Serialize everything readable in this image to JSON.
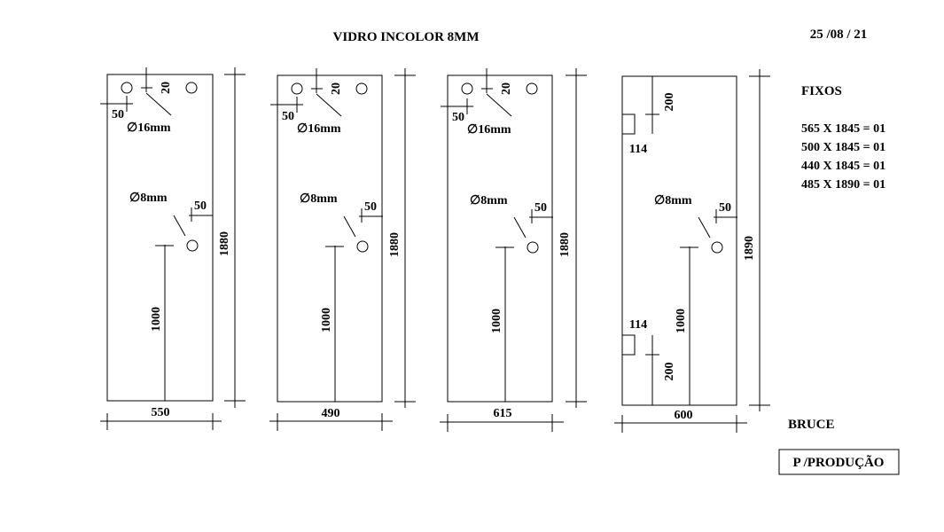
{
  "header": {
    "title": "VIDRO INCOLOR 8MM",
    "date": "25 /08 / 21"
  },
  "panels": [
    {
      "width_label": "550",
      "height_label": "1880",
      "hole_large_label": "∅16mm",
      "hole_small_label": "∅8mm",
      "edge_offset_label": "50",
      "top_offset_label": "20",
      "handle_offset_label": "50",
      "height_to_hole_label": "1000"
    },
    {
      "width_label": "490",
      "height_label": "1880",
      "hole_large_label": "∅16mm",
      "hole_small_label": "∅8mm",
      "edge_offset_label": "50",
      "top_offset_label": "20",
      "handle_offset_label": "50",
      "height_to_hole_label": "1000"
    },
    {
      "width_label": "615",
      "height_label": "1880",
      "hole_large_label": "∅16mm",
      "hole_small_label": "∅8mm",
      "edge_offset_label": "50",
      "top_offset_label": "20",
      "handle_offset_label": "50",
      "height_to_hole_label": "1000"
    },
    {
      "width_label": "600",
      "height_label": "1890",
      "hole_small_label": "∅8mm",
      "handle_offset_label": "50",
      "height_to_hole_label": "1000",
      "notch_top_width_label": "114",
      "notch_top_offset_label": "200",
      "notch_bottom_width_label": "114",
      "notch_bottom_offset_label": "200"
    }
  ],
  "fixos": {
    "title": "FIXOS",
    "items": [
      "565 X 1845 = 01",
      "500 X 1845 = 01",
      "440 X 1845 = 01",
      "485 X 1890 = 01"
    ]
  },
  "client": "BRUCE",
  "stamp": "P /PRODUÇÃO"
}
